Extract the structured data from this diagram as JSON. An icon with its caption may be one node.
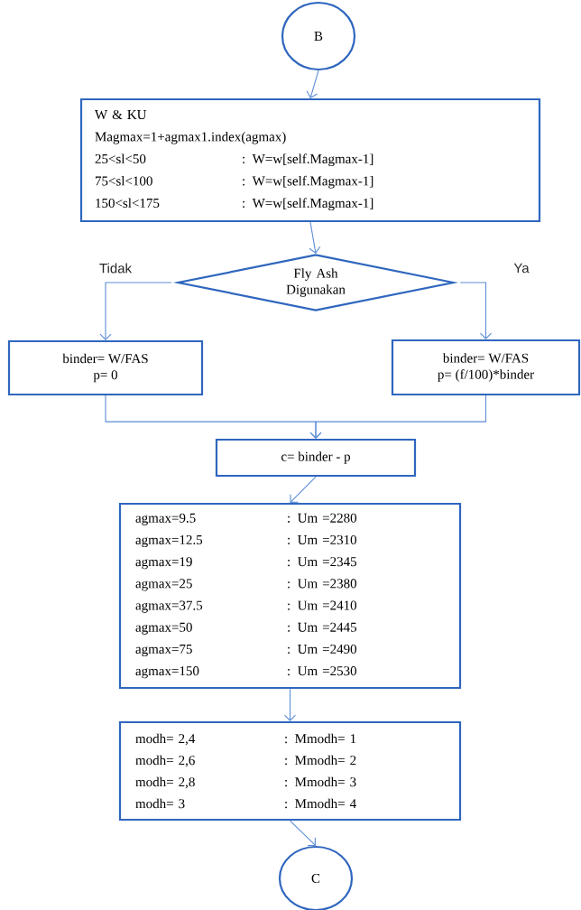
{
  "diagram": {
    "nodes": [
      {
        "text": [
          "B"
        ]
      },
      {
        "text": [
          "W & KU",
          "Magmax=1+agmax1.index(agmax)",
          "25<sl<50",
          ": W=w[self.Magmax-1]",
          "75<sl<100",
          ": W=w[self.Magmax-1]",
          "150<sl<175",
          ": W=w[self.Magmax-1]"
        ]
      },
      {
        "text": [
          "Fly Ash Digunakan"
        ]
      },
      {
        "text": [
          "binder= W/FAS",
          "p= 0"
        ]
      },
      {
        "text": [
          "binder= W/FAS",
          "p= (f/100)*binder"
        ]
      },
      {
        "text": [
          "c= binder - p"
        ]
      },
      {
        "text": [
          "agmax=9.5",
          ": Um =2280",
          "agmax=12.5",
          ": Um =2310",
          "agmax=19",
          ": Um =2345",
          "agmax=25",
          ": Um =2380",
          "agmax=37.5",
          ": Um =2410",
          "agmax=50",
          ": Um =2445",
          "agmax=75",
          ": Um =2490",
          "agmax=150",
          ": Um =2530"
        ]
      },
      {
        "text": [
          "modh= 2,4",
          ": Mmodh= 1",
          "modh= 2,6",
          ": Mmodh= 2",
          "modh= 2,8",
          ": Mmodh= 3",
          "modh= 3",
          ": Mmodh= 4"
        ]
      },
      {
        "text": [
          "C"
        ]
      }
    ],
    "edges": [
      {
        "from": 0,
        "to": 1,
        "arrow": "to"
      },
      {
        "from": 1,
        "to": 2,
        "arrow": "to"
      },
      {
        "from": 2,
        "to": 3,
        "arrow": "to",
        "label": "Tidak"
      },
      {
        "from": 2,
        "to": 4,
        "arrow": "to",
        "label": "Ya"
      },
      {
        "from": 3,
        "to": 5,
        "arrow": "to"
      },
      {
        "from": 4,
        "to": 5,
        "arrow": "to"
      },
      {
        "from": 5,
        "to": 6,
        "arrow": "to"
      },
      {
        "from": 6,
        "to": 7,
        "arrow": "to"
      },
      {
        "from": 7,
        "to": 8,
        "arrow": "to"
      }
    ]
  }
}
